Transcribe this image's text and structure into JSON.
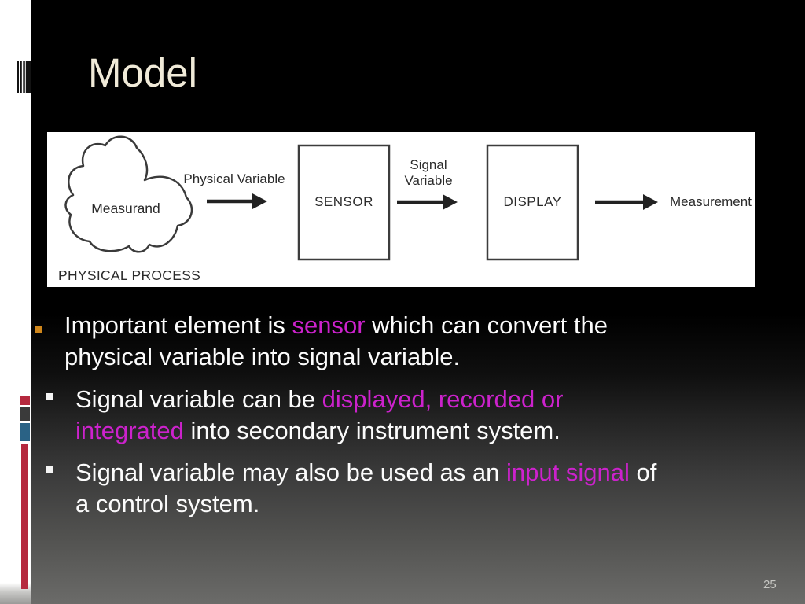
{
  "title": "Model",
  "page_number": "25",
  "colors": {
    "highlight": "#cc22cc",
    "title": "#f0ead8",
    "bullet1_marker": "#cf861b",
    "accent_red": "#b5293e",
    "accent_gray": "#3a3a3a",
    "accent_blue": "#2a6285"
  },
  "diagram": {
    "process_label": "PHYSICAL PROCESS",
    "measurand_label": "Measurand",
    "physical_variable_label": "Physical Variable",
    "sensor_label": "SENSOR",
    "signal_variable_line1": "Signal",
    "signal_variable_line2": "Variable",
    "display_label": "DISPLAY",
    "measurement_label": "Measurement"
  },
  "bullets": [
    {
      "lines": [
        {
          "segments": [
            {
              "t": "Important element is ",
              "hl": false
            },
            {
              "t": "sensor",
              "hl": true
            },
            {
              "t": " which can convert the",
              "hl": false
            }
          ]
        },
        {
          "segments": [
            {
              "t": "physical variable into signal variable.",
              "hl": false
            }
          ]
        }
      ]
    },
    {
      "lines": [
        {
          "segments": [
            {
              "t": "Signal variable can be ",
              "hl": false
            },
            {
              "t": "displayed, recorded or",
              "hl": true
            }
          ]
        },
        {
          "segments": [
            {
              "t": "integrated",
              "hl": true
            },
            {
              "t": " into secondary instrument system.",
              "hl": false
            }
          ]
        }
      ]
    },
    {
      "lines": [
        {
          "segments": [
            {
              "t": "Signal variable may also be used as an ",
              "hl": false
            },
            {
              "t": "input signal",
              "hl": true
            },
            {
              "t": " of",
              "hl": false
            }
          ]
        },
        {
          "segments": [
            {
              "t": "a control system.",
              "hl": false
            }
          ]
        }
      ]
    }
  ]
}
